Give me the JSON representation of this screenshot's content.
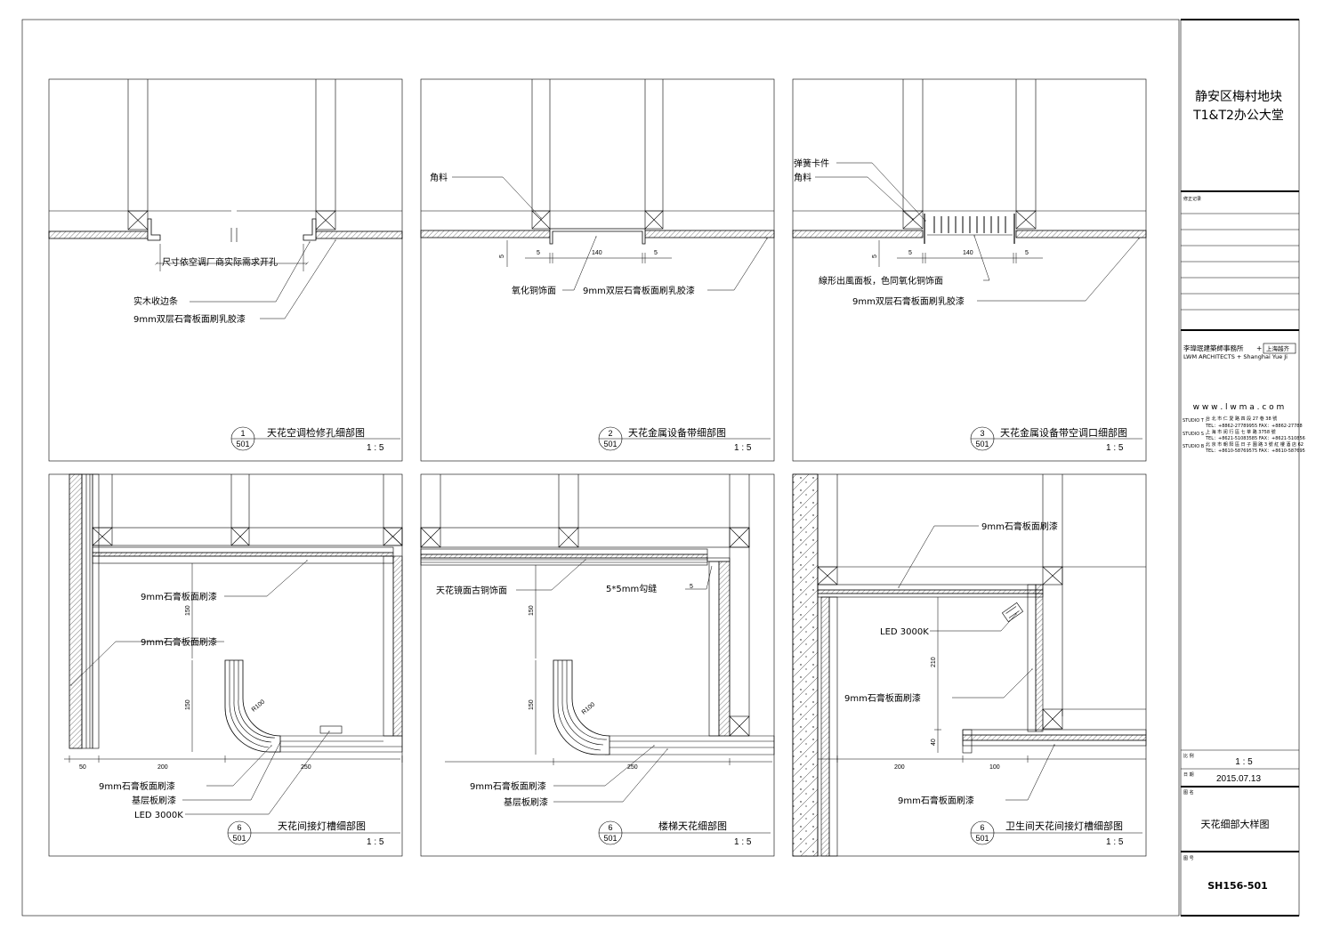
{
  "project": {
    "line1": "静安区梅村地块",
    "line2": "T1&T2办公大堂"
  },
  "revision_label": "修正记录",
  "firm": {
    "name_cn": "李瑋珉建築師事務所",
    "plus": "+",
    "partner_cn": "上海越齐",
    "name_en": "LWM ARCHITECTS + Shanghai Yue Ji",
    "website": "w w w . l w m a . c o m",
    "studios": [
      {
        "tag": "STUDIO T :",
        "addr": "台 北 市 仁 愛 路 四 段 27 巷 38 號",
        "phone": "TEL：+8862-27789955  FAX：+8862-27788"
      },
      {
        "tag": "STUDIO S :",
        "addr": "上 海 市 闵 行 區 七 莘 路 3758 號",
        "phone": "TEL：+8621-51083585  FAX：+8621-510856"
      },
      {
        "tag": "STUDIO B :",
        "addr": "北 京 市 朝 阳 區 日 子 園 路 3 號 紅 樓 酒 店 62",
        "phone": "TEL：+8610-58769575  FAX：+8610-587695"
      }
    ]
  },
  "title_block": {
    "scale_label": "比 例",
    "scale": "1 : 5",
    "date_label": "日 期",
    "date": "2015.07.13",
    "drawing_name_label": "图 名",
    "drawing_name": "天花细部大样图",
    "drawing_no_label": "图 号",
    "drawing_no": "SH156-501"
  },
  "details": [
    {
      "id": "d1",
      "num": "1",
      "sheet": "501",
      "title": "天花空调检修孔细部图",
      "scale": "1 : 5",
      "labels": [
        "尺寸依空调厂商实际需求开孔",
        "实木收边条",
        "9mm双层石膏板面刷乳胶漆"
      ]
    },
    {
      "id": "d2",
      "num": "2",
      "sheet": "501",
      "title": "天花金属设备带细部图",
      "scale": "1 : 5",
      "labels": [
        "角料",
        "氧化铜饰面",
        "9mm双层石膏板面刷乳胶漆"
      ],
      "dims": [
        "5",
        "5",
        "140",
        "5"
      ]
    },
    {
      "id": "d3",
      "num": "3",
      "sheet": "501",
      "title": "天花金属设备带空调口细部图",
      "scale": "1 : 5",
      "labels": [
        "弹簧卡件",
        "角料",
        "線形出風面板，色同氧化铜饰面",
        "9mm双层石膏板面刷乳胶漆"
      ],
      "dims": [
        "5",
        "5",
        "140",
        "5"
      ]
    },
    {
      "id": "d4",
      "num": "6",
      "sheet": "501",
      "title": "天花间接灯槽细部图",
      "scale": "1 : 5",
      "labels": [
        "9mm石膏板面刷漆",
        "9mm石膏板面刷漆",
        "9mm石膏板面刷漆",
        "基层板刷漆",
        "LED 3000K"
      ],
      "dims": [
        "150",
        "150",
        "50",
        "200",
        "250"
      ],
      "radius": "R100"
    },
    {
      "id": "d5",
      "num": "6",
      "sheet": "501",
      "title": "楼梯天花细部图",
      "scale": "1 : 5",
      "labels": [
        "天花镜面古铜饰面",
        "5*5mm勾缝",
        "9mm石膏板面刷漆",
        "基层板刷漆"
      ],
      "dims": [
        "5",
        "150",
        "150",
        "250"
      ],
      "radius": "R100"
    },
    {
      "id": "d6",
      "num": "6",
      "sheet": "501",
      "title": "卫生间天花间接灯槽细部图",
      "scale": "1 : 5",
      "labels": [
        "9mm石膏板面刷漆",
        "LED 3000K",
        "9mm石膏板面刷漆",
        "9mm石膏板面刷漆"
      ],
      "dims": [
        "210",
        "40",
        "200",
        "100"
      ]
    }
  ]
}
